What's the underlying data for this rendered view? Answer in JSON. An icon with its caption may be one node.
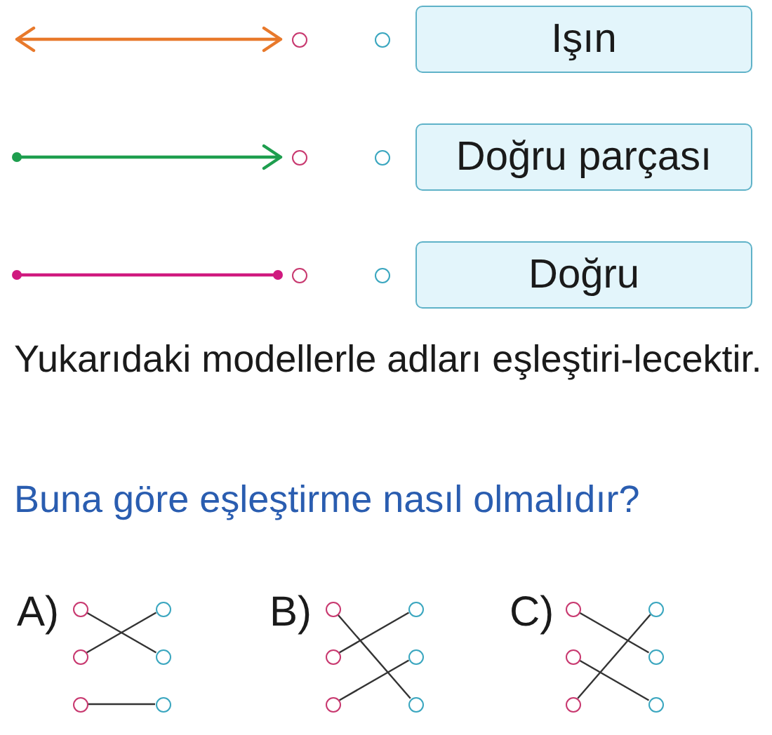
{
  "diagram": {
    "nodes": [
      {
        "text": [],
        "shape": "circle"
      },
      {
        "text": [],
        "shape": "circle"
      },
      {
        "text": [
          "Işın"
        ]
      },
      {
        "text": [],
        "shape": "circle"
      },
      {
        "text": [],
        "shape": "circle"
      },
      {
        "text": [
          "Doğru parçası"
        ]
      },
      {
        "text": [],
        "shape": "circle"
      },
      {
        "text": [],
        "shape": "circle"
      },
      {
        "text": [
          "Doğru"
        ]
      },
      {
        "text": [],
        "shape": "circle"
      },
      {
        "text": [],
        "shape": "circle"
      },
      {
        "text": [],
        "shape": "circle"
      },
      {
        "text": [],
        "shape": "circle"
      },
      {
        "text": [],
        "shape": "circle"
      },
      {
        "text": [],
        "shape": "circle"
      },
      {
        "text": [],
        "shape": "circle"
      },
      {
        "text": [],
        "shape": "circle"
      },
      {
        "text": [],
        "shape": "circle"
      },
      {
        "text": [],
        "shape": "circle"
      },
      {
        "text": [],
        "shape": "circle"
      },
      {
        "text": [],
        "shape": "circle"
      },
      {
        "text": [],
        "shape": "circle"
      },
      {
        "text": [],
        "shape": "circle"
      },
      {
        "text": [],
        "shape": "circle"
      },
      {
        "text": [],
        "shape": "circle"
      },
      {
        "text": [],
        "shape": "circle"
      },
      {
        "text": [],
        "shape": "circle"
      }
    ],
    "edges": [
      {
        "from": 9,
        "to": 12,
        "arrow": "none"
      },
      {
        "from": 11,
        "to": 10,
        "arrow": "none"
      },
      {
        "from": 13,
        "to": 14,
        "arrow": "none"
      },
      {
        "from": 15,
        "to": 20,
        "arrow": "none"
      },
      {
        "from": 17,
        "to": 16,
        "arrow": "none"
      },
      {
        "from": 19,
        "to": 18,
        "arrow": "none"
      },
      {
        "from": 21,
        "to": 24,
        "arrow": "none"
      },
      {
        "from": 23,
        "to": 26,
        "arrow": "none"
      },
      {
        "from": 25,
        "to": 22,
        "arrow": "none"
      }
    ],
    "labels": [
      "Yukarıdaki modellerle adları eşleştiri-lecektir.",
      "Buna göre eşleştirme nasıl olmalıdır?",
      "A)",
      "B)",
      "C)"
    ]
  }
}
